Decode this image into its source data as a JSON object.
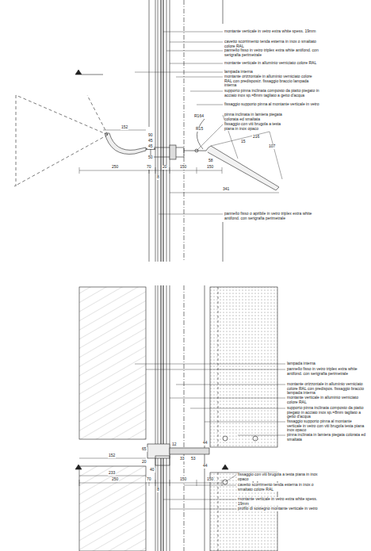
{
  "diagram": {
    "labels": [
      "montante verticale in vetro extra white spess. 19mm",
      "cavetto scorrimento tenda esterna in inox o smaltato colore RAL",
      "pannello fisso in vetro triplex extra white antifond. con serigrafia perimetrale",
      "montante verticale in alluminio verniciato colore RAL",
      "lampada interna",
      "montante orizzontale in alluminio verniciato colore RAL con predisposiz. fissaggio braccio lampada interna",
      "supporto pinna inclinata composto da piatto piegato in acciaio inox sp.=8mm tagliato a getto d'acqua",
      "fissaggio supporto pinna al montante verticale in vetro",
      "pinna inclinata in lamiera piegata colorata ed smaltata",
      "fissaggio con viti brugola a testa piana in inox opaco",
      "pannello fisso o apribile in vetro triplex extra white antifond. con serigrafia perimetrale",
      "lampada interna",
      "pannello fisso in vetro triplex extra white antifond. con serigrafia perimetrale",
      "montante orizzontale in alluminio verniciato colore RAL con predispos. fissaggio braccio lampada interna",
      "montante verticale in alluminio verniciato colore RAL",
      "supporto pinna inclinata composto da piatto piegato in acciaio inox sp.=8mm tagliato a getto d'acqua",
      "fissaggio supporto pinna al montante verticale in vetro con viti brugola testa piana inox opaco",
      "pinna inclinata in lamiera piegata colorata ed smaltata",
      "fissaggio con viti brugola a testa piana in inox opaco",
      "cavetto scorrimento tenda esterna in inox o smaltato colore RAL",
      "montante verticale in vetro extra white spess. 19mm",
      "profilo di sostegno montante verticale in vetro",
      "152",
      "90",
      "45",
      "45",
      "50",
      "R164",
      "R15",
      "216",
      "15",
      "107",
      "58",
      "341",
      "250",
      "70",
      "8",
      "20",
      "150",
      "150",
      "152",
      "233",
      "65",
      "20",
      "40",
      "12",
      "33",
      "53",
      "44",
      "44",
      "250",
      "70",
      "8",
      "150",
      "150"
    ]
  }
}
